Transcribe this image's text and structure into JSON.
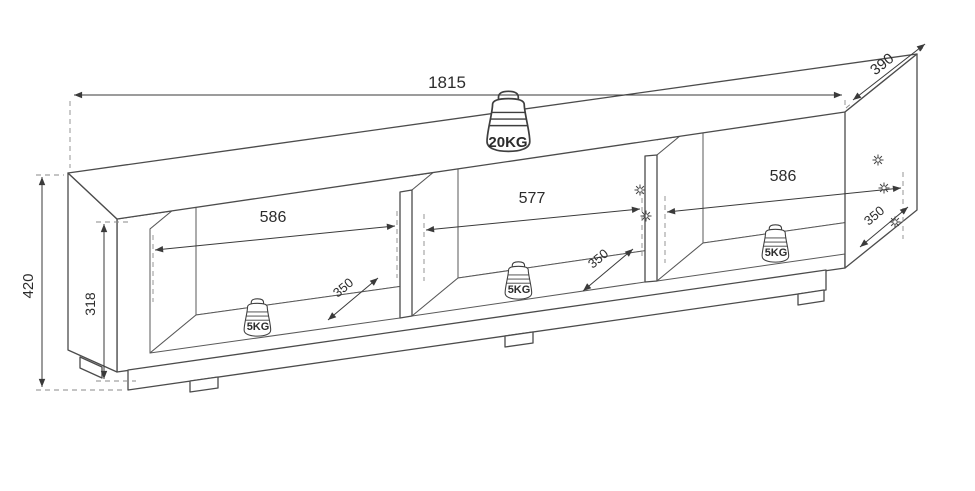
{
  "diagram": {
    "overall": {
      "width": "1815",
      "depth": "390",
      "height": "420",
      "interior_height": "318"
    },
    "compartments": [
      {
        "width": "586",
        "depth": "350",
        "load": "5KG"
      },
      {
        "width": "577",
        "depth": "350",
        "load": "5KG"
      },
      {
        "width": "586",
        "depth": "350",
        "load": "5KG"
      }
    ],
    "top_load": "20KG",
    "colors": {
      "line": "#4c4c4c",
      "dimension_line": "#3a3a3a",
      "text": "#2c2c2c",
      "background": "#ffffff"
    },
    "icons": {
      "weight": "weight-icon",
      "cam_screw": "cam-screw-icon"
    }
  }
}
